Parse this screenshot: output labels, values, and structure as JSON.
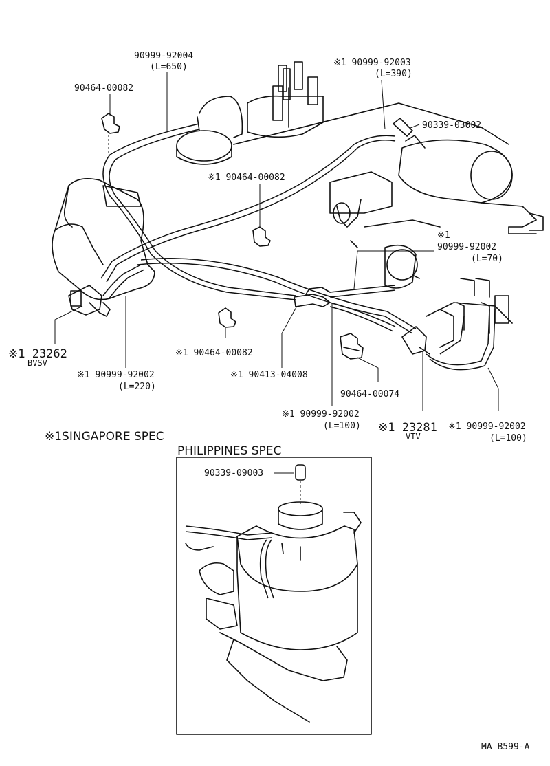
{
  "labels": {
    "p_90999_92004": "90999-92004",
    "p_90999_92004_len": "(L=650)",
    "p_90464_00082_top": "90464-00082",
    "p_90999_92003": "※1 90999-92003",
    "p_90999_92003_len": "(L=390)",
    "p_90339_03002": "90339-03002",
    "p_90464_00082_mid": "※1 90464-00082",
    "p_mark_only": "※1",
    "p_90999_92002_70": "90999-92002",
    "p_90999_92002_70_len": "(L=70)",
    "p_23262": "※1 23262",
    "p_bvsv": "BVSV",
    "p_90464_00082_low": "※1 90464-00082",
    "p_90999_92002_220": "※1 90999-92002",
    "p_90999_92002_220_len": "(L=220)",
    "p_90413_04008": "※1 90413-04008",
    "p_90464_00074": "90464-00074",
    "p_90999_92002_100a": "※1 90999-92002",
    "p_90999_92002_100a_len": "(L=100)",
    "p_23281": "※1 23281",
    "p_vtv": "VTV",
    "p_90999_92002_100b": "※1 90999-92002",
    "p_90999_92002_100b_len": "(L=100)",
    "p_90339_09003": "90339-09003"
  },
  "specs": {
    "singapore": "※1SINGAPORE SPEC",
    "philippines": "PHILIPPINES SPEC"
  },
  "footer": {
    "code": "MA  B599-A"
  }
}
